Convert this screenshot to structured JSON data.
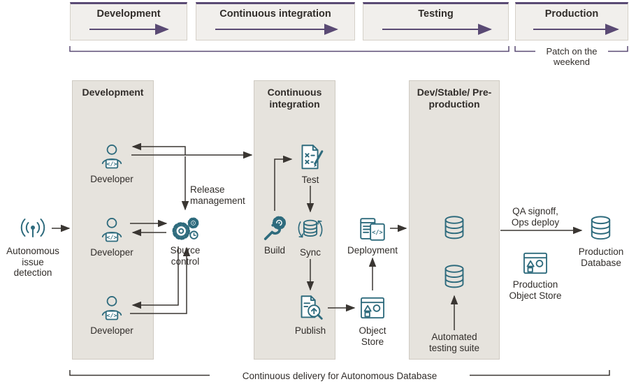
{
  "colors": {
    "icon_teal": "#2e6b7d",
    "accent_purple": "#5a4a74",
    "column_bg": "#e6e3dd",
    "phase_bg": "#f1efec",
    "text": "#312d2a",
    "arrow": "#3a3632"
  },
  "top_phases": [
    {
      "label": "Development"
    },
    {
      "label": "Continuous integration"
    },
    {
      "label": "Testing"
    },
    {
      "label": "Production"
    }
  ],
  "annotations": {
    "patch_note": "Patch on the weekend",
    "release_management": "Release management",
    "qa_signoff": "QA signoff, Ops deploy",
    "automated_testing": "Automated testing suite",
    "bottom_note": "Continuous delivery for Autonomous Database"
  },
  "columns": {
    "development": {
      "title": "Development"
    },
    "ci": {
      "title": "Continuous integration"
    },
    "devstable": {
      "title": "Dev/Stable/ Pre-production"
    }
  },
  "nodes": {
    "autonomous": {
      "label": "Autonomous issue detection"
    },
    "developer1": {
      "label": "Developer"
    },
    "developer2": {
      "label": "Developer"
    },
    "developer3": {
      "label": "Developer"
    },
    "source_control": {
      "label": "Source control"
    },
    "build": {
      "label": "Build"
    },
    "test": {
      "label": "Test"
    },
    "sync": {
      "label": "Sync"
    },
    "publish": {
      "label": "Publish"
    },
    "deployment": {
      "label": "Deployment"
    },
    "object_store": {
      "label": "Object Store"
    },
    "production_database": {
      "label": "Production Database"
    },
    "production_object_store": {
      "label": "Production Object Store"
    }
  },
  "icons": {
    "autonomous": "signal-broadcast",
    "developer": "person-with-code-badge",
    "source_control": "double-gears-clock",
    "build": "wrench-and-gear",
    "test": "document-pencil-checks",
    "sync": "database-sync-arrows",
    "publish": "document-magnifier-upload",
    "deployment": "stacked-panels-code",
    "object_store": "window-with-shapes",
    "database": "database-cylinder"
  }
}
